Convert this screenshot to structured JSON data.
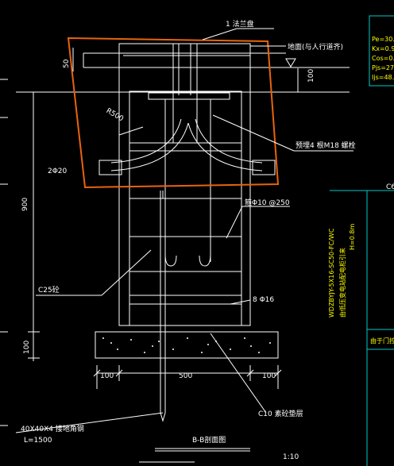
{
  "palette": {
    "background": "#000000",
    "line": "#ffffff",
    "outline": "#e8630f",
    "table": "#ffff00",
    "table_border": "#00c8c8"
  },
  "labels": {
    "flange_cover": "1    法兰盘",
    "ground": "地面(与人行道齐)",
    "dim_50": "50",
    "dim_100_top": "100",
    "radius": "R500",
    "bolt": "预埋4 根M18 螺栓",
    "rebar_2phi20": "2Φ20",
    "dim_900": "900",
    "stirrup": "箍Φ10 @250",
    "concrete": "C25砼",
    "bar_phi16": "8 Φ16",
    "dim_100_base": "100",
    "dim_100_left": "100",
    "dim_500": "500",
    "dim_100_right": "100",
    "cushion": "C10 素砼垫层",
    "ground_steel": "40X40X4 接地角钢",
    "ground_length": "L=1500",
    "section_title": "B-B剖面图",
    "scale": "1:10"
  },
  "side_table": {
    "rows": [
      "Pe=30.",
      "Kx=0.9",
      "Cos=0.",
      "Pjs=27",
      "Ijs=48."
    ],
    "right_label": "C6",
    "vertical_code": "WDZBYJY-5X16-SC50-FC/WC",
    "vertical_note": "由低压变电站配电柜引来",
    "height_note": "H=0.8m",
    "bottom_note": "由于门控"
  }
}
